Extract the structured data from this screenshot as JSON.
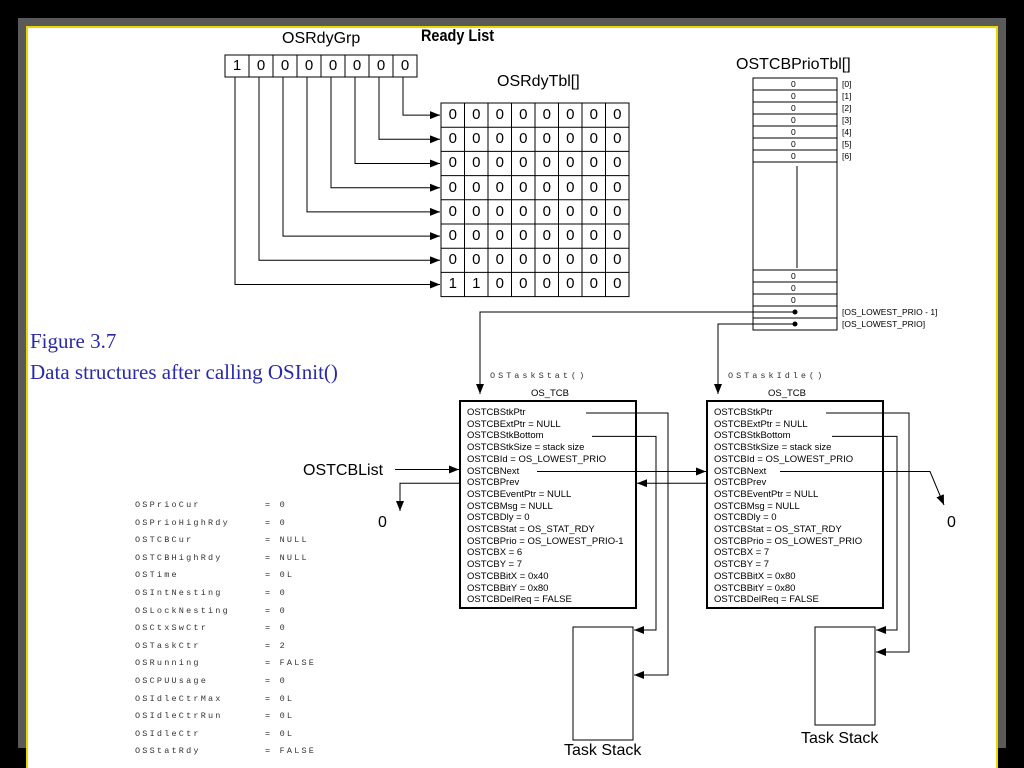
{
  "ready_list_title": "Ready List",
  "osrdygrp": {
    "label": "OSRdyGrp",
    "bits": [
      "1",
      "0",
      "0",
      "0",
      "0",
      "0",
      "0",
      "0"
    ]
  },
  "osrdytbl": {
    "label": "OSRdyTbl[]",
    "rows": [
      [
        "0",
        "0",
        "0",
        "0",
        "0",
        "0",
        "0",
        "0"
      ],
      [
        "0",
        "0",
        "0",
        "0",
        "0",
        "0",
        "0",
        "0"
      ],
      [
        "0",
        "0",
        "0",
        "0",
        "0",
        "0",
        "0",
        "0"
      ],
      [
        "0",
        "0",
        "0",
        "0",
        "0",
        "0",
        "0",
        "0"
      ],
      [
        "0",
        "0",
        "0",
        "0",
        "0",
        "0",
        "0",
        "0"
      ],
      [
        "0",
        "0",
        "0",
        "0",
        "0",
        "0",
        "0",
        "0"
      ],
      [
        "0",
        "0",
        "0",
        "0",
        "0",
        "0",
        "0",
        "0"
      ],
      [
        "1",
        "1",
        "0",
        "0",
        "0",
        "0",
        "0",
        "0"
      ]
    ]
  },
  "prio_tbl": {
    "label": "OSTCBPrioTbl[]",
    "top_values": [
      "0",
      "0",
      "0",
      "0",
      "0",
      "0",
      "0"
    ],
    "top_indices": [
      "[0]",
      "[1]",
      "[2]",
      "[3]",
      "[4]",
      "[5]",
      "[6]"
    ],
    "bottom_values": [
      "0",
      "0",
      "0"
    ],
    "bottom_indices": [
      "[OS_LOWEST_PRIO - 1]",
      "[OS_LOWEST_PRIO]"
    ]
  },
  "caption": {
    "line1": "Figure 3.7",
    "line2": "Data structures after calling OSInit()"
  },
  "tcb_list_label": "OSTCBList",
  "null_left": "0",
  "null_right": "0",
  "tcb_stat": {
    "task_name": "OSTaskStat()",
    "header": "OS_TCB",
    "fields": [
      "OSTCBStkPtr",
      "OSTCBExtPtr = NULL",
      "OSTCBStkBottom",
      "OSTCBStkSize = stack size",
      "OSTCBId = OS_LOWEST_PRIO",
      "OSTCBNext",
      "OSTCBPrev",
      "OSTCBEventPtr = NULL",
      "OSTCBMsg = NULL",
      "OSTCBDly = 0",
      "OSTCBStat = OS_STAT_RDY",
      "OSTCBPrio = OS_LOWEST_PRIO-1",
      "OSTCBX = 6",
      "OSTCBY = 7",
      "OSTCBBitX = 0x40",
      "OSTCBBitY = 0x80",
      "OSTCBDelReq = FALSE"
    ],
    "stack_label": "Task Stack"
  },
  "tcb_idle": {
    "task_name": "OSTaskIdle()",
    "header": "OS_TCB",
    "fields": [
      "OSTCBStkPtr",
      "OSTCBExtPtr = NULL",
      "OSTCBStkBottom",
      "OSTCBStkSize = stack size",
      "OSTCBId = OS_LOWEST_PRIO",
      "OSTCBNext",
      "OSTCBPrev",
      "OSTCBEventPtr = NULL",
      "OSTCBMsg = NULL",
      "OSTCBDly = 0",
      "OSTCBStat = OS_STAT_RDY",
      "OSTCBPrio = OS_LOWEST_PRIO",
      "OSTCBX = 7",
      "OSTCBY = 7",
      "OSTCBBitX = 0x80",
      "OSTCBBitY = 0x80",
      "OSTCBDelReq = FALSE"
    ],
    "stack_label": "Task Stack"
  },
  "globals": [
    {
      "name": "OSPrioCur",
      "value": "= 0"
    },
    {
      "name": "OSPrioHighRdy",
      "value": "= 0"
    },
    {
      "name": "OSTCBCur",
      "value": "= NULL"
    },
    {
      "name": "OSTCBHighRdy",
      "value": "= NULL"
    },
    {
      "name": "OSTime",
      "value": "= 0L"
    },
    {
      "name": "OSIntNesting",
      "value": "= 0"
    },
    {
      "name": "OSLockNesting",
      "value": "= 0"
    },
    {
      "name": "OSCtxSwCtr",
      "value": "= 0"
    },
    {
      "name": "OSTaskCtr",
      "value": "= 2"
    },
    {
      "name": "OSRunning",
      "value": "= FALSE"
    },
    {
      "name": "OSCPUUsage",
      "value": "= 0"
    },
    {
      "name": "OSIdleCtrMax",
      "value": "= 0L"
    },
    {
      "name": "OSIdleCtrRun",
      "value": "= 0L"
    },
    {
      "name": "OSIdleCtr",
      "value": "= 0L"
    },
    {
      "name": "OSStatRdy",
      "value": "= FALSE"
    }
  ],
  "colors": {
    "background": "#000000",
    "slide": "#ffffff",
    "border": "#e8d800",
    "caption": "#2a2aa8"
  }
}
